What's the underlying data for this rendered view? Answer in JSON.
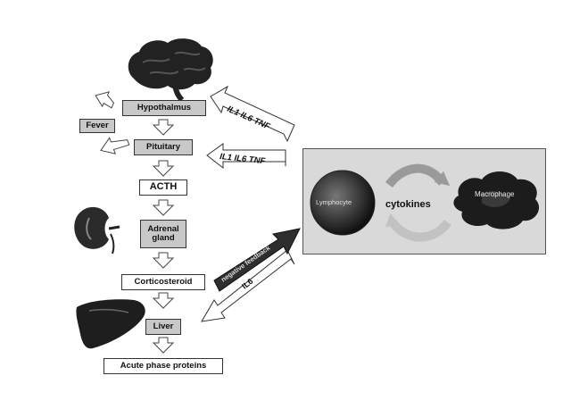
{
  "nodes": {
    "hypothalamus": "Hypothalmus",
    "fever": "Fever",
    "pituitary": "Pituitary",
    "acth": "ACTH",
    "adrenal_line1": "Adrenal",
    "adrenal_line2": "gland",
    "corticosteroid": "Corticosteroid",
    "liver": "Liver",
    "acute_phase": "Acute phase proteins"
  },
  "signals": {
    "upper": "IL1 IL6 TNF",
    "lower": "IL1 IL6 TNF",
    "il6": "IL6",
    "dark_arrow": "negative feedback"
  },
  "immune_panel": {
    "lymphocyte": "Lymphocyte",
    "cytokines": "cytokines",
    "macrophage": "Macrophage"
  },
  "icons": [
    "brain-icon",
    "kidney-icon",
    "liver-icon"
  ],
  "colors": {
    "box_fill": "#c8c8c8",
    "dark": "#333333",
    "panel": "#d9d9d9"
  }
}
